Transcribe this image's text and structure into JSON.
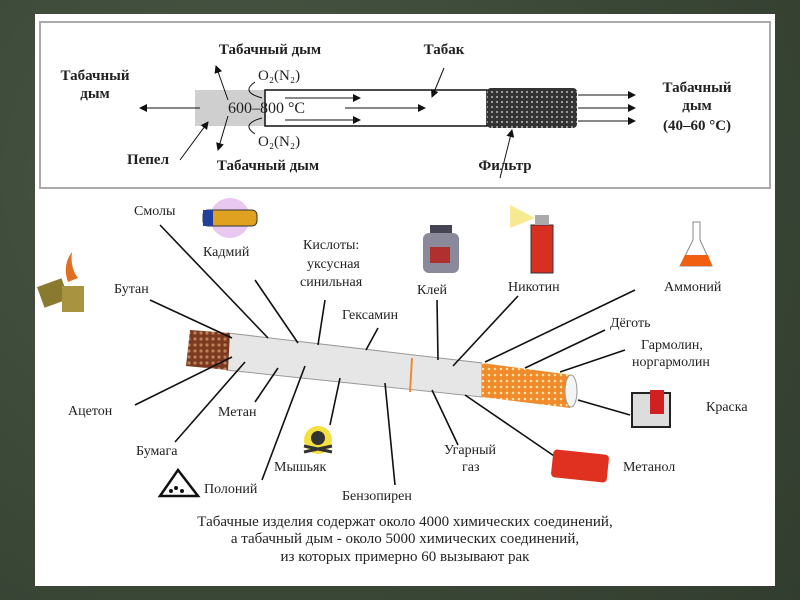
{
  "top_diagram": {
    "smoke_top": "Табачный дым",
    "smoke_left_1": "Табачный",
    "smoke_left_2": "дым",
    "smoke_bottom": "Табачный дым",
    "oxygen_top": "O₂(N₂)",
    "oxygen_bottom": "O₂(N₂)",
    "temperature": "600–800 °C",
    "tobacco": "Табак",
    "ash": "Пепел",
    "filter": "Фильтр",
    "smoke_right_1": "Табачный",
    "smoke_right_2": "дым",
    "smoke_right_3": "(40–60 °C)"
  },
  "components": {
    "resins": "Смолы",
    "cadmium": "Кадмий",
    "acids_1": "Кислоты:",
    "acids_2": "уксусная",
    "acids_3": "синильная",
    "glue": "Клей",
    "nicotine": "Никотин",
    "ammonium": "Аммоний",
    "hexamine": "Гексамин",
    "tar": "Дёготь",
    "harmaline_1": "Гармолин,",
    "harmaline_2": "норгармолин",
    "butane": "Бутан",
    "acetone": "Ацетон",
    "methane": "Метан",
    "paper": "Бумага",
    "arsenic": "Мышьяк",
    "polonium": "Полоний",
    "benzopyrene": "Бензопирен",
    "co_1": "Угарный",
    "co_2": "газ",
    "methanol": "Метанол",
    "paint": "Краска"
  },
  "caption": {
    "line1": "Табачные изделия содержат около 4000 химических соединений,",
    "line2": "а табачный дым - около 5000 химических соединений,",
    "line3": "из которых примерно 60 вызывают рак"
  },
  "colors": {
    "filter_orange": "#f08a2a",
    "background": "#3e4a3a"
  }
}
